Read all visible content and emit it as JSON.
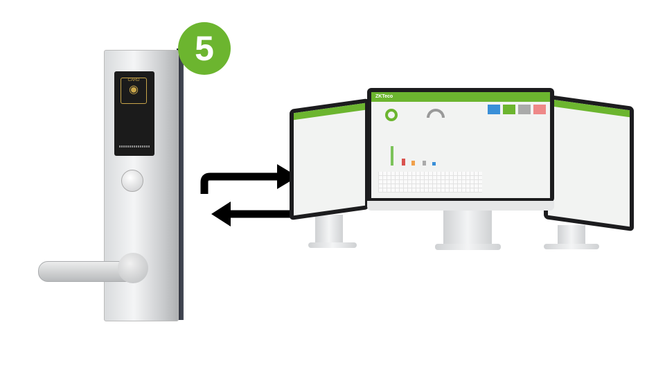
{
  "badge": {
    "number": "5"
  },
  "lock": {
    "card_label": "CARD"
  },
  "software": {
    "brand": "ZKTeco"
  },
  "colors": {
    "accent": "#6cb52f",
    "arrow": "#000000"
  }
}
